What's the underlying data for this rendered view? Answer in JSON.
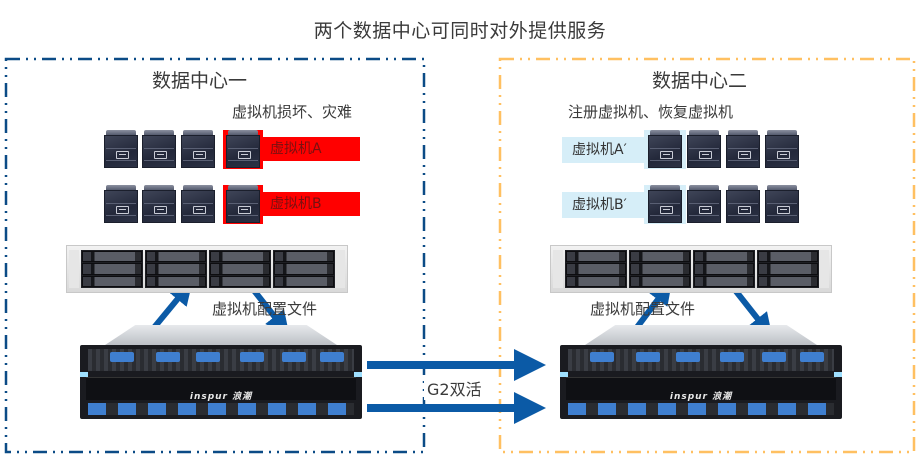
{
  "title": "两个数据中心可同时对外提供服务",
  "colors": {
    "dc1_border": "#0b4b86",
    "dc2_border": "#ffc061",
    "arrow": "#0b5aa6",
    "failed_highlight": "#ff0000",
    "recovered_highlight": "#d6eef8"
  },
  "datacenters": [
    {
      "name": "数据中心一",
      "event_label": "虚拟机损坏、灾难",
      "vm_labels": [
        "虚拟机A",
        "虚拟机B"
      ],
      "config_label": "虚拟机配置文件",
      "storage_brand": "inspur 浪潮"
    },
    {
      "name": "数据中心二",
      "event_label": "注册虚拟机、恢复虚拟机",
      "vm_labels": [
        "虚拟机A′",
        "虚拟机B′"
      ],
      "config_label": "虚拟机配置文件",
      "storage_brand": "inspur 浪潮"
    }
  ],
  "link_label": "G2双活",
  "icons": {
    "vm": "server-tower-icon",
    "rack": "rack-server-icon",
    "storage": "storage-array-icon",
    "arrow": "arrow-icon"
  }
}
